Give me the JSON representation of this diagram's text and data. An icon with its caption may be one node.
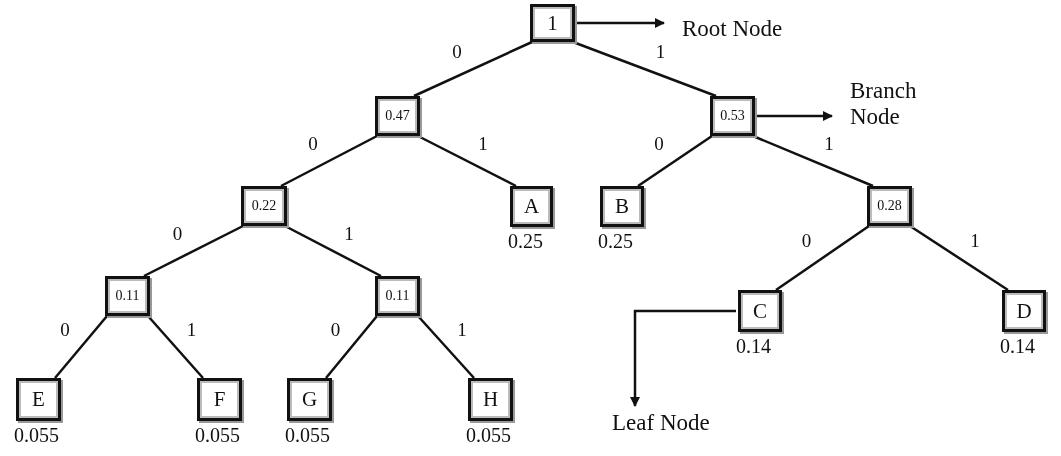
{
  "diagram": {
    "nodes": [
      {
        "text": [
          "1"
        ]
      },
      {
        "text": [
          "0.47"
        ]
      },
      {
        "text": [
          "0.53"
        ]
      },
      {
        "text": [
          "0.22"
        ]
      },
      {
        "text": [
          "A"
        ],
        "beside": [
          "0.25"
        ]
      },
      {
        "text": [
          "B"
        ],
        "beside": [
          "0.25"
        ]
      },
      {
        "text": [
          "0.28"
        ]
      },
      {
        "text": [
          "0.11"
        ]
      },
      {
        "text": [
          "0.11"
        ]
      },
      {
        "text": [
          "C"
        ],
        "beside": [
          "0.14"
        ]
      },
      {
        "text": [
          "D"
        ],
        "beside": [
          "0.14"
        ]
      },
      {
        "text": [
          "E"
        ],
        "beside": [
          "0.055"
        ]
      },
      {
        "text": [
          "F"
        ],
        "beside": [
          "0.055"
        ]
      },
      {
        "text": [
          "G"
        ],
        "beside": [
          "0.055"
        ]
      },
      {
        "text": [
          "H"
        ],
        "beside": [
          "0.055"
        ]
      },
      {
        "text": [
          "Root Node"
        ]
      },
      {
        "text": [
          "Branch Node"
        ]
      },
      {
        "text": [
          "Leaf Node"
        ]
      }
    ],
    "edges": [
      {
        "from": 0,
        "to": 1,
        "arrow": "none",
        "label": "0"
      },
      {
        "from": 0,
        "to": 2,
        "arrow": "none",
        "label": "1"
      },
      {
        "from": 1,
        "to": 3,
        "arrow": "none",
        "label": "0"
      },
      {
        "from": 1,
        "to": 4,
        "arrow": "none",
        "label": "1"
      },
      {
        "from": 2,
        "to": 5,
        "arrow": "none",
        "label": "0"
      },
      {
        "from": 2,
        "to": 6,
        "arrow": "none",
        "label": "1"
      },
      {
        "from": 3,
        "to": 7,
        "arrow": "none",
        "label": "0"
      },
      {
        "from": 3,
        "to": 8,
        "arrow": "none",
        "label": "1"
      },
      {
        "from": 6,
        "to": 9,
        "arrow": "none",
        "label": "0"
      },
      {
        "from": 6,
        "to": 10,
        "arrow": "none",
        "label": "1"
      },
      {
        "from": 7,
        "to": 11,
        "arrow": "none",
        "label": "0"
      },
      {
        "from": 7,
        "to": 12,
        "arrow": "none",
        "label": "1"
      },
      {
        "from": 8,
        "to": 13,
        "arrow": "none",
        "label": "0"
      },
      {
        "from": 8,
        "to": 14,
        "arrow": "none",
        "label": "1"
      },
      {
        "from": 0,
        "to": 15,
        "arrow": "to"
      },
      {
        "from": 2,
        "to": 16,
        "arrow": "to"
      },
      {
        "from": 9,
        "to": 17,
        "arrow": "to"
      }
    ]
  }
}
